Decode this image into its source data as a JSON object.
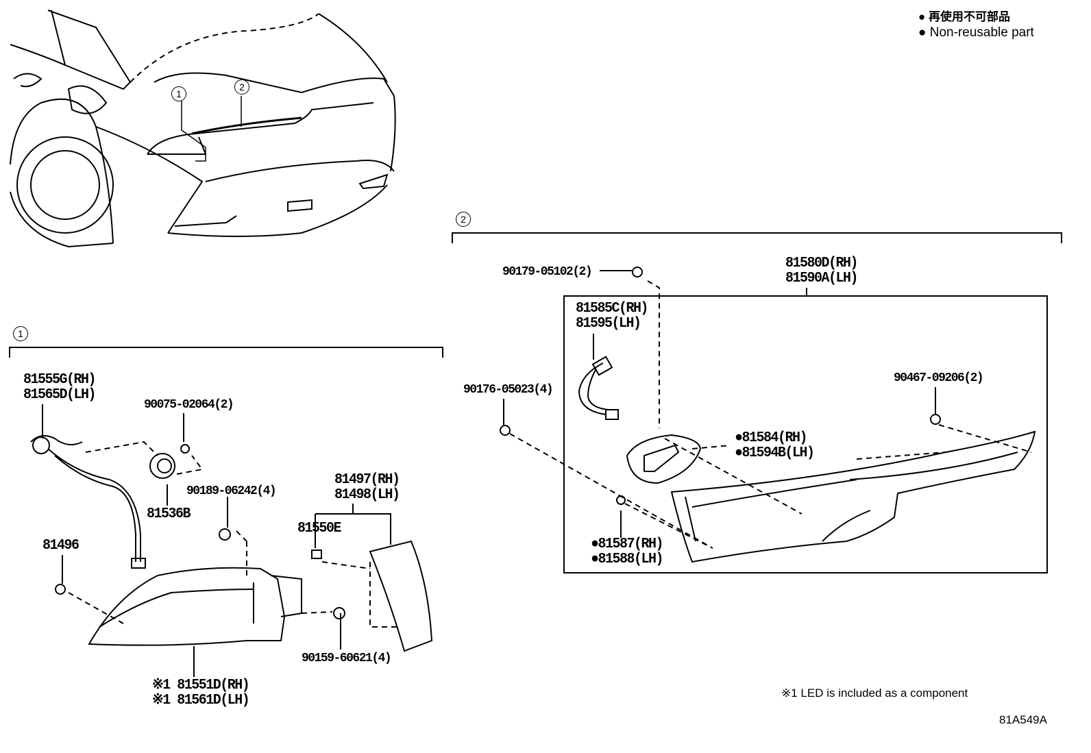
{
  "legend": {
    "non_reusable_ja": "● 再使用不可部品",
    "non_reusable_en": "● Non-reusable part"
  },
  "callouts": {
    "one": "1",
    "two": "2"
  },
  "group1": {
    "harness": [
      "81555G(RH)",
      "81565D(LH)"
    ],
    "bolt_a": "90075-02064(2)",
    "socket": "81536B",
    "nut": "90189-06242(4)",
    "grommet": "81496",
    "bracket": [
      "81497(RH)",
      "81498(LH)"
    ],
    "clip": "81550E",
    "screw": "90159-60621(4)",
    "lamp": [
      "※1 81551D(RH)",
      "※1 81561D(LH)"
    ]
  },
  "group2": {
    "nut": "90179-05102(2)",
    "lamp_assy": [
      "81580D(RH)",
      "81590A(LH)"
    ],
    "harness": [
      "81585C(RH)",
      "81595(LH)"
    ],
    "nut_b": "90176-05023(4)",
    "clip": "90467-09206(2)",
    "gasket": [
      "●81584(RH)",
      "●81594B(LH)"
    ],
    "gasket_b": [
      "●81587(RH)",
      "●81588(LH)"
    ]
  },
  "footnote": "※1 LED is included as a component",
  "figure_code": "81A549A"
}
